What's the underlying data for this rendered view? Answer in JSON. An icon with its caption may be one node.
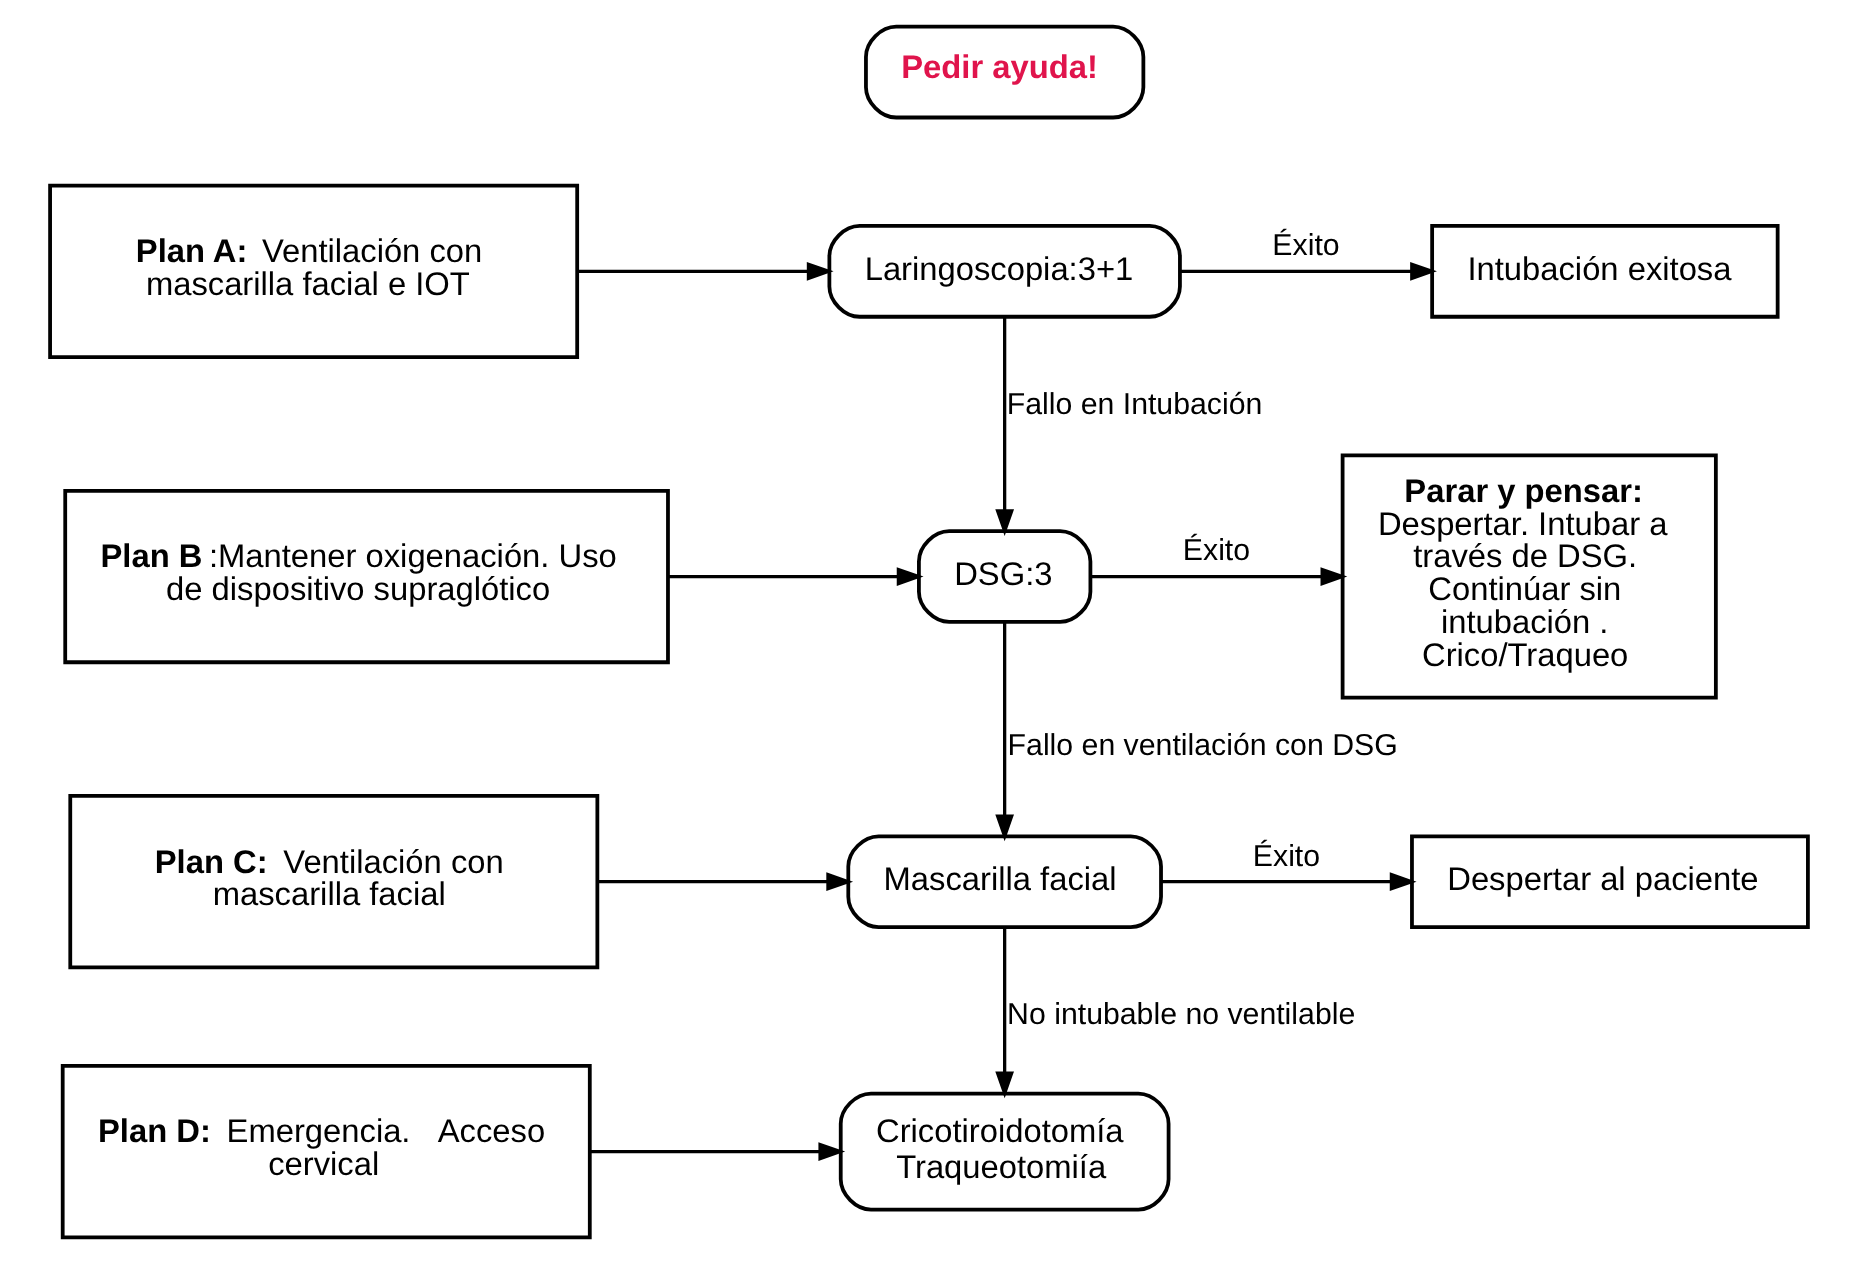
{
  "diagram": {
    "nodes": [
      {
        "text": [
          "Pedir ayuda!"
        ]
      },
      {
        "text": [
          "**Plan A:** Ventilación con mascarilla facial e IOT"
        ]
      },
      {
        "text": [
          "Laringoscopia:3+1"
        ]
      },
      {
        "text": [
          "Intubación exitosa"
        ]
      },
      {
        "text": [
          "**Plan B**:Mantener oxigenación. Uso de dispositivo supraglótico"
        ]
      },
      {
        "text": [
          "DSG:3"
        ]
      },
      {
        "text": [
          "Parar y pensar:",
          "Despertar. Intubar a través de DSG. Continúar sin intubación . Crico/Traqueo"
        ]
      },
      {
        "text": [
          "**Plan C:** Ventilación con mascarilla facial"
        ]
      },
      {
        "text": [
          "Mascarilla facial"
        ]
      },
      {
        "text": [
          "Despertar al paciente"
        ]
      },
      {
        "text": [
          "**Plan D:** Emergencia.   Acceso cervical"
        ]
      },
      {
        "text": [
          "Cricotiroidotomía Traqueotomiía"
        ]
      }
    ],
    "edges": [
      {
        "from": 1,
        "to": 2,
        "arrow": "to"
      },
      {
        "from": 2,
        "to": 3,
        "arrow": "to",
        "label": "Éxito"
      },
      {
        "from": 2,
        "to": 5,
        "arrow": "to",
        "label": "Fallo en Intubación"
      },
      {
        "from": 4,
        "to": 5,
        "arrow": "to"
      },
      {
        "from": 5,
        "to": 6,
        "arrow": "to",
        "label": "Éxito"
      },
      {
        "from": 5,
        "to": 8,
        "arrow": "to",
        "label": "Fallo en ventilación con DSG"
      },
      {
        "from": 7,
        "to": 8,
        "arrow": "to"
      },
      {
        "from": 8,
        "to": 9,
        "arrow": "to",
        "label": "Éxito"
      },
      {
        "from": 8,
        "to": 11,
        "arrow": "to",
        "label": "No intubable no ventilable"
      },
      {
        "from": 10,
        "to": 11,
        "arrow": "to"
      }
    ]
  }
}
